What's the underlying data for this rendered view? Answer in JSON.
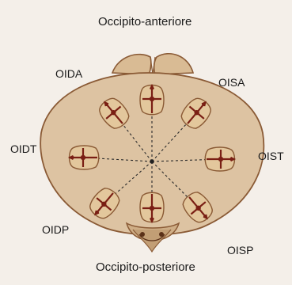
{
  "labels": {
    "top": "Occipito-anteriore",
    "bottom": "Occipito-posteriore",
    "oida": "OIDA",
    "oisa": "OISA",
    "oidt": "OIDT",
    "oist": "OIST",
    "oidp": "OIDP",
    "oisp": "OISP"
  },
  "colors": {
    "background": "#f4efe9",
    "skull_fill": "#ddc3a2",
    "skull_outline": "#8a5a35",
    "suture": "#7a1f14",
    "head_icon_fill": "#e3c79c"
  }
}
